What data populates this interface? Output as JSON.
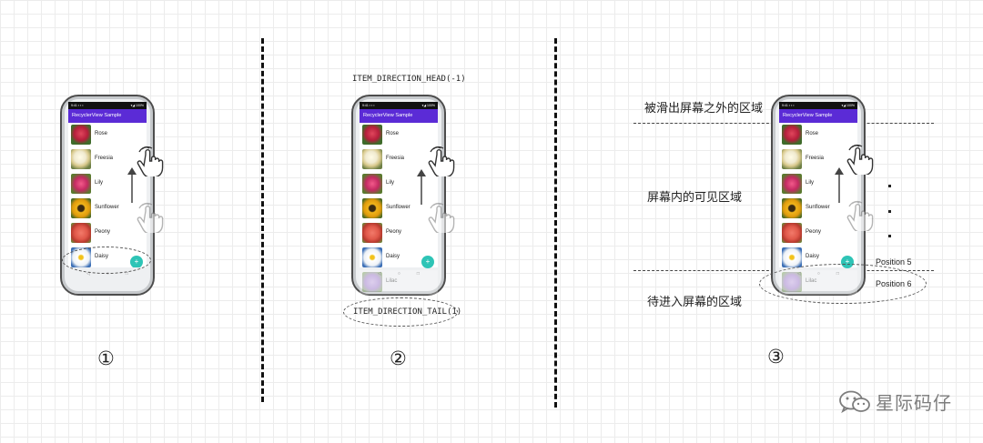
{
  "app": {
    "title": "RecyclerView Sample"
  },
  "items": [
    "Rose",
    "Freesia",
    "Lily",
    "Sunflower",
    "Peony",
    "Daisy",
    "Lilac"
  ],
  "fab_symbol": "+",
  "nav_symbols": [
    "◁",
    "○",
    "□"
  ],
  "labels": {
    "direction_head": "ITEM_DIRECTION_HEAD(-1)",
    "direction_tail": "ITEM_DIRECTION_TAIL(1)",
    "scrolled_out": "被滑出屏幕之外的区域",
    "visible_area": "屏幕内的可见区域",
    "to_enter": "待进入屏幕的区域",
    "position_5": "Position 5",
    "position_6": "Position 6"
  },
  "step_numbers": [
    "①",
    "②",
    "③"
  ],
  "watermark": "星际码仔",
  "colors": {
    "appbar": "#5b2bd6",
    "fab": "#2ec4b6",
    "dashed_line": "#111111",
    "watermark": "#7d7d7d"
  },
  "icons": [
    "hand-pointer-icon",
    "arrow-up-icon",
    "wechat-logo-icon"
  ]
}
